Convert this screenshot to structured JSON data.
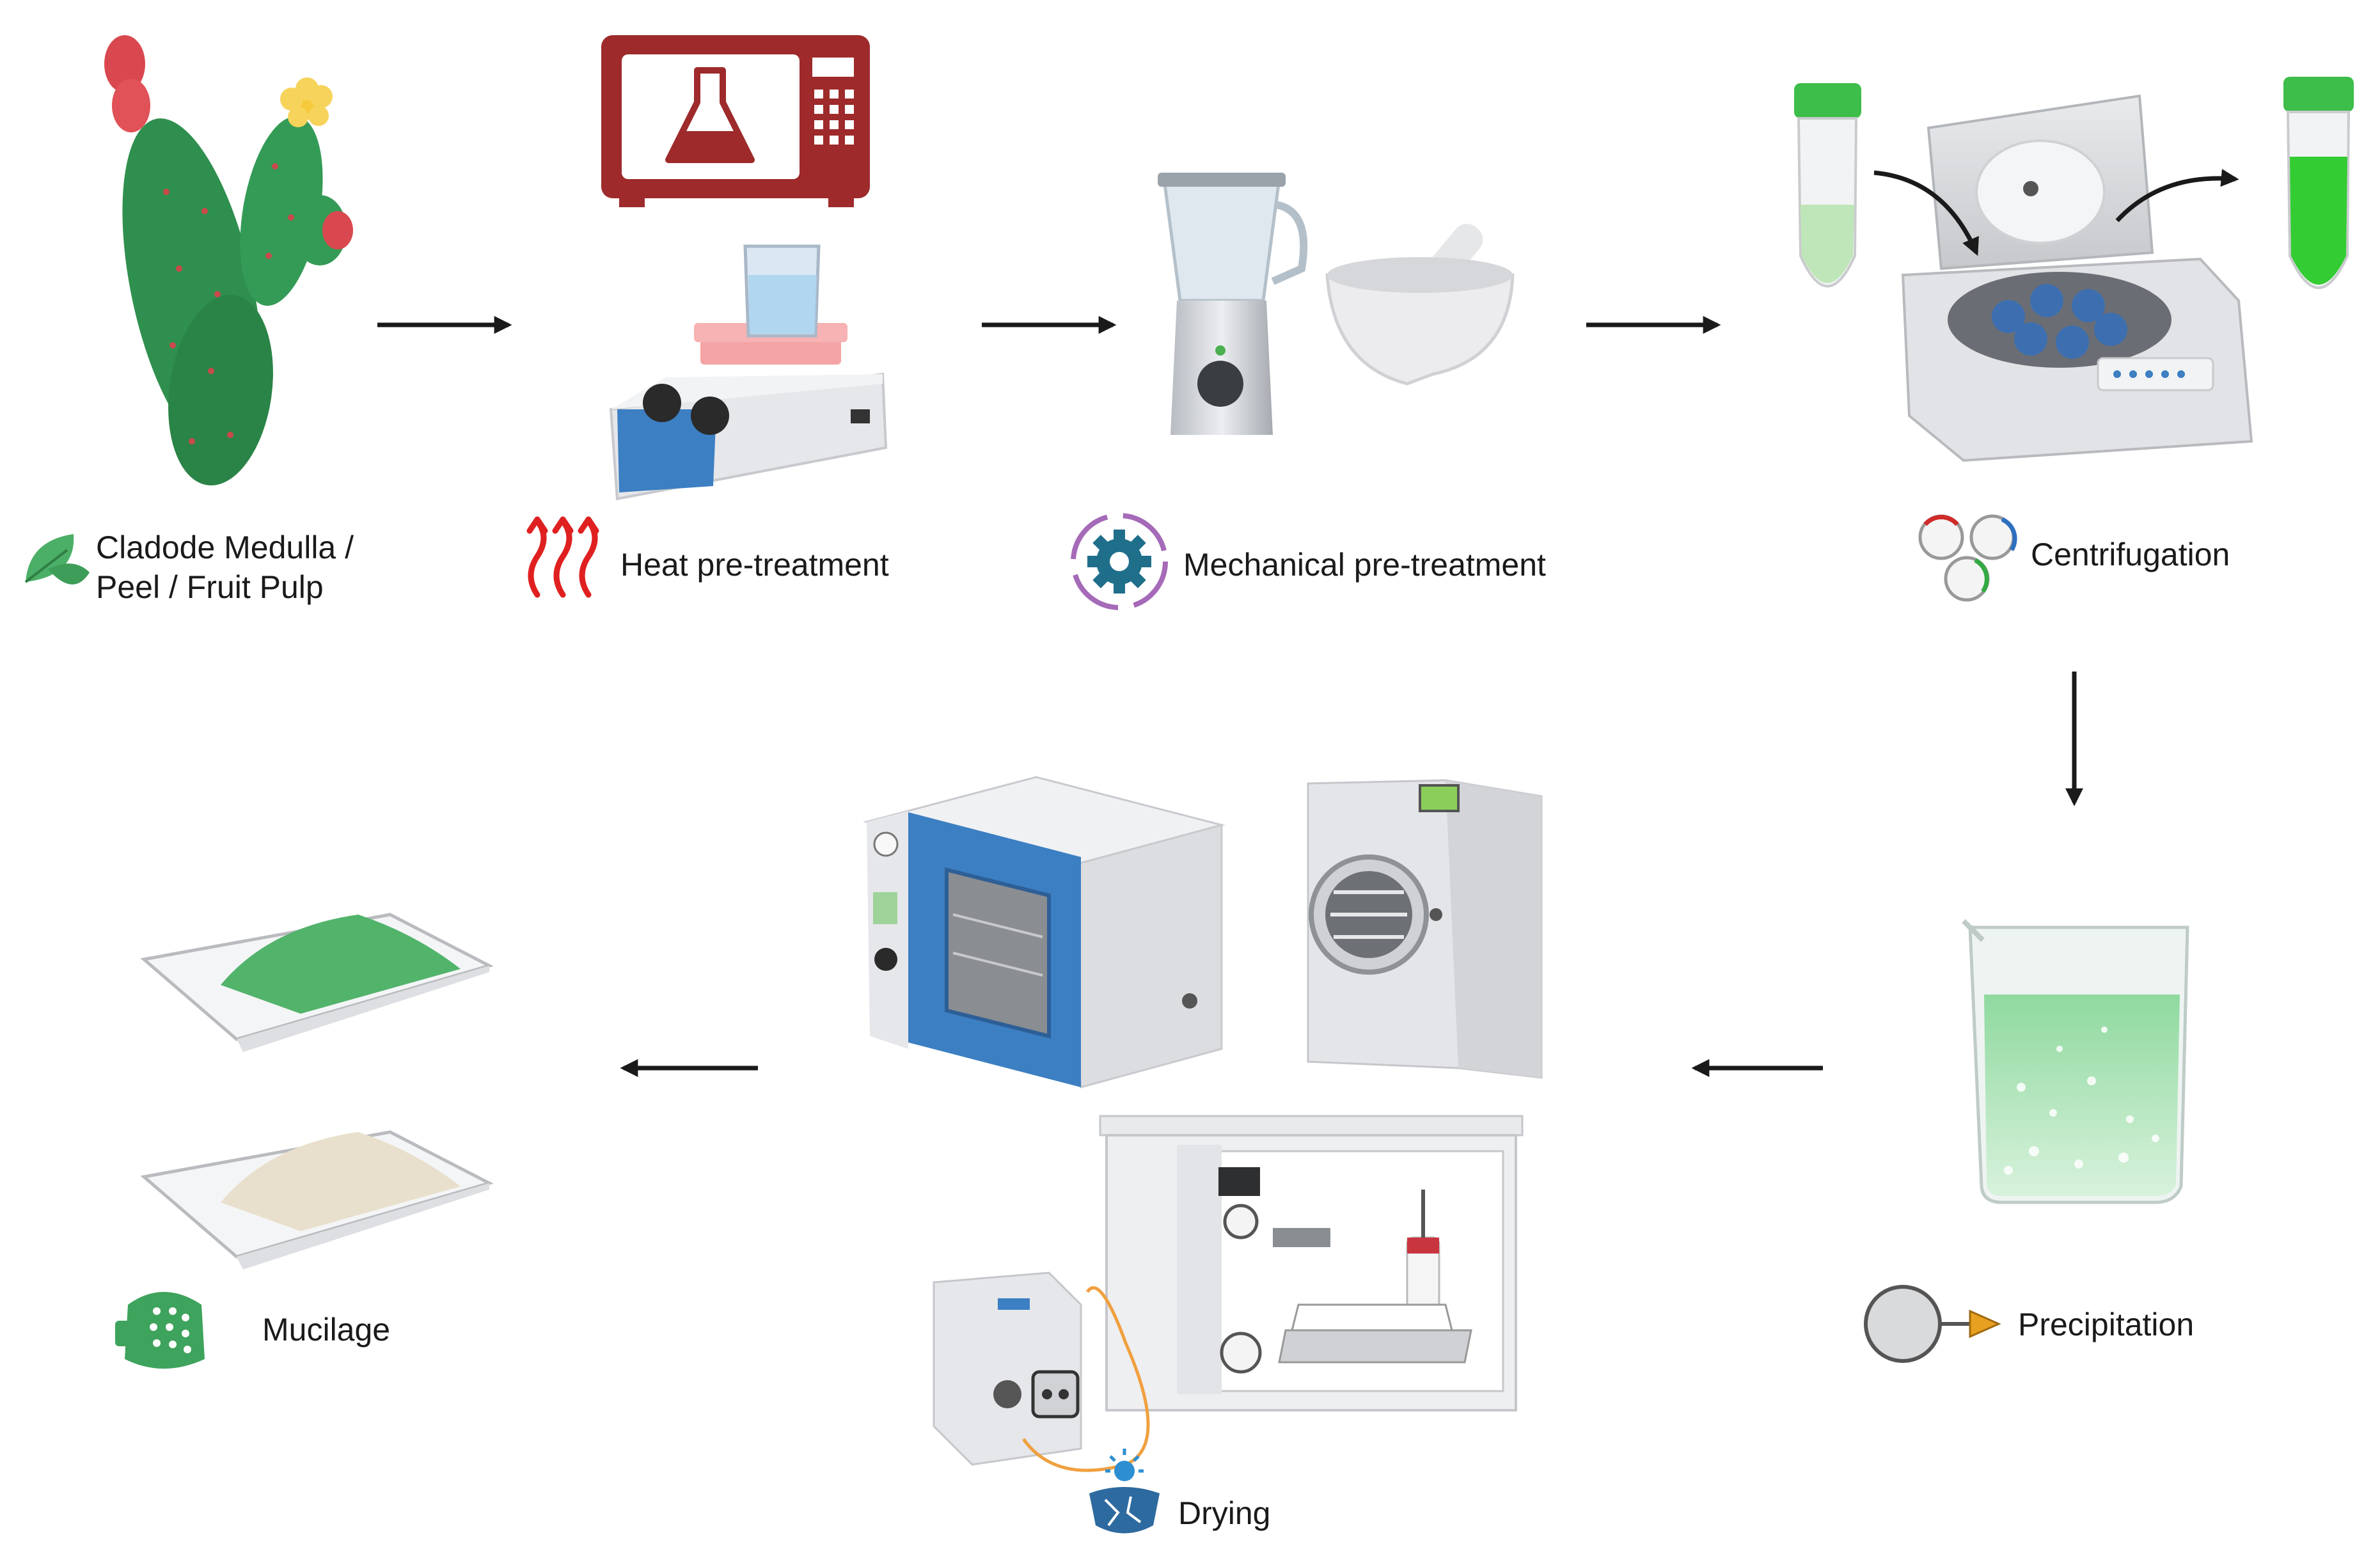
{
  "steps": {
    "source": {
      "line1": "Cladode Medulla /",
      "line2": "Peel / Fruit Pulp",
      "icon": "leaf-icon"
    },
    "heat": {
      "label": "Heat pre-treatment",
      "icon": "heat-waves-icon"
    },
    "mechanical": {
      "label": "Mechanical pre-treatment",
      "icon": "gear-cycle-icon"
    },
    "centrifugation": {
      "label": "Centrifugation",
      "icon": "centrifuge-cycle-icon"
    },
    "precipitation": {
      "label": "Precipitation",
      "icon": "precipitation-icon"
    },
    "drying": {
      "label": "Drying",
      "icon": "sun-dry-ground-icon"
    },
    "mucilage": {
      "label": "Mucilage",
      "icon": "mucilage-cell-icon"
    }
  },
  "colors": {
    "cactus": "#2f8f4e",
    "microwave": "#9e2a2b",
    "mucilage_green": "#52b36b",
    "mucilage_white": "#e8e0cc",
    "tube_green": "#33cc33",
    "arrow": "#1a1a1a"
  }
}
